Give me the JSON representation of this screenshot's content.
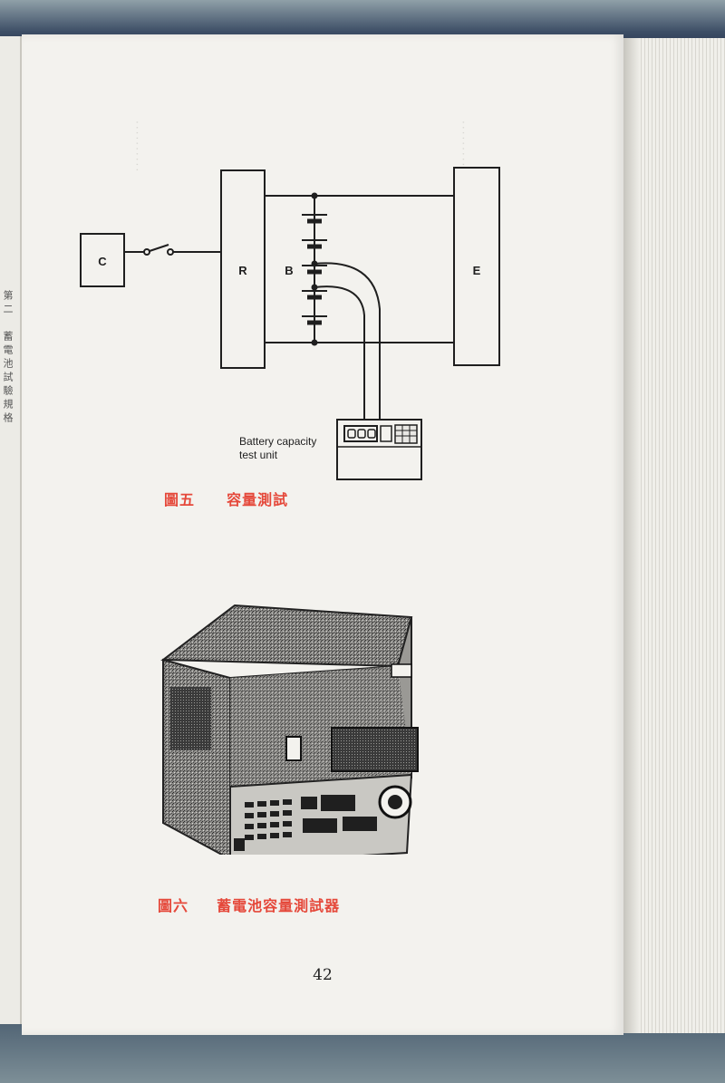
{
  "figure5": {
    "labels": {
      "c": "C",
      "r": "R",
      "b": "B",
      "e": "E",
      "tester_line1": "Battery capacity",
      "tester_line2": "test unit"
    },
    "caption_number": "圖五",
    "caption_title": "容量測試"
  },
  "figure6": {
    "caption_number": "圖六",
    "caption_title": "蓄電池容量測試器"
  },
  "page_number": "42",
  "spine_title": "第二　蓄電池試驗規格"
}
